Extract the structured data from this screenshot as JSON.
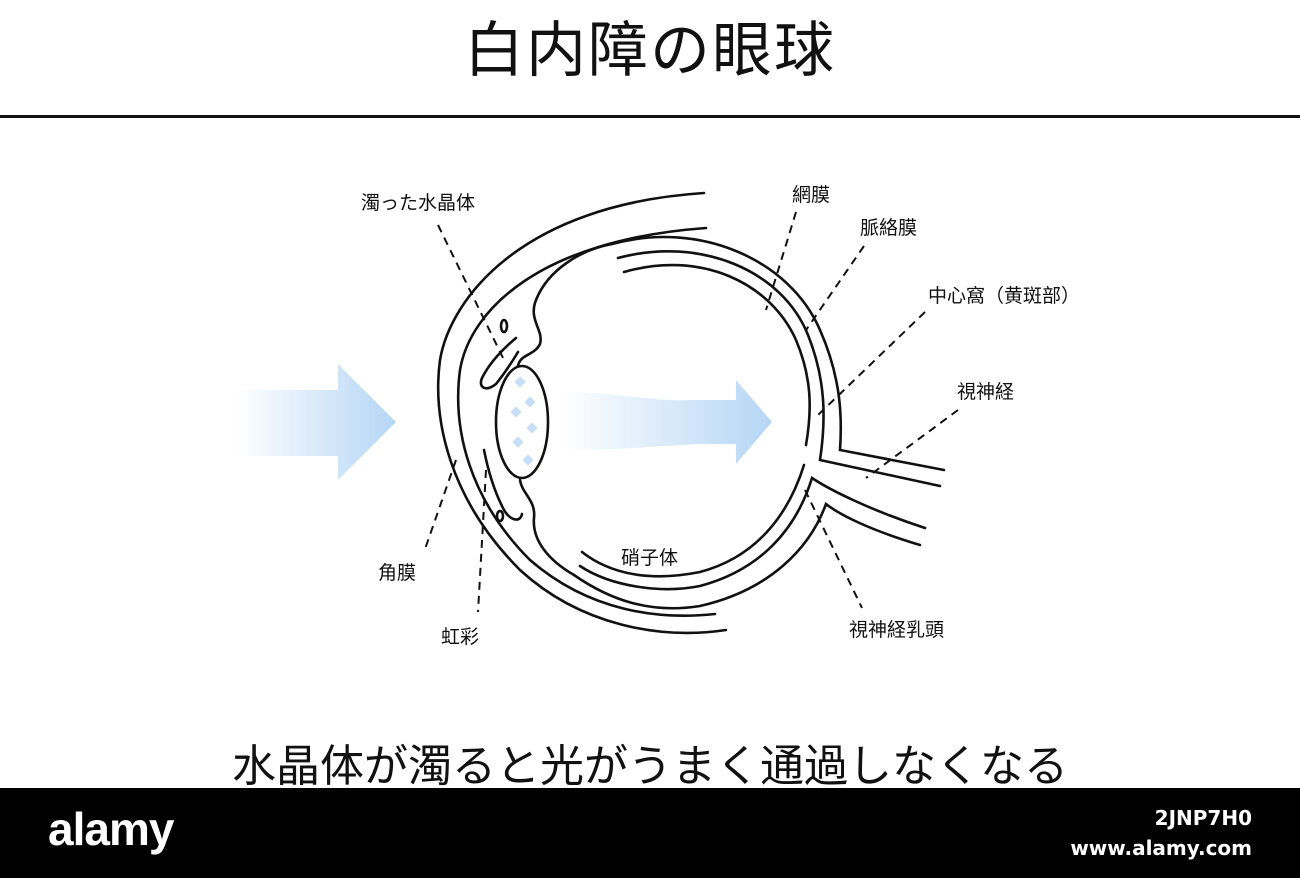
{
  "title": "白内障の眼球",
  "labels": {
    "cloudy_lens": "濁った水晶体",
    "retina": "網膜",
    "choroid": "脈絡膜",
    "fovea": "中心窩（黄斑部）",
    "optic_nerve": "視神経",
    "cornea": "角膜",
    "iris": "虹彩",
    "vitreous": "硝子体",
    "optic_disc": "視神経乳頭"
  },
  "caption": "水晶体が濁ると光がうまく通過しなくなる",
  "colors": {
    "light_arrow": "#b5d6f5",
    "line": "#111111",
    "lens_spots": "#c6def6"
  },
  "footer": {
    "brand": "alamy",
    "image_id": "2JNP7H0",
    "site": "www.alamy.com"
  }
}
